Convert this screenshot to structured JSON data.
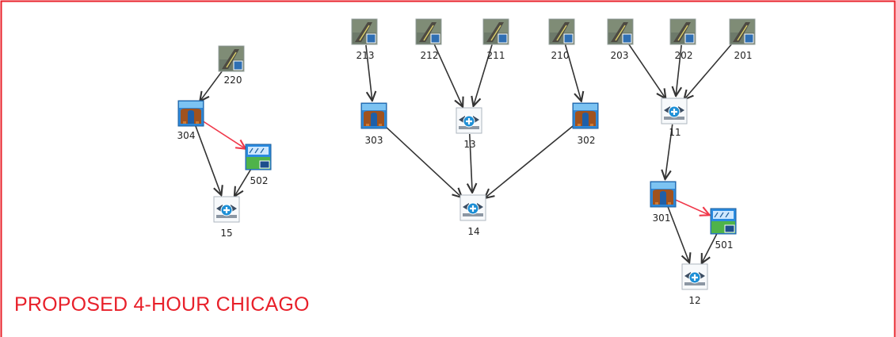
{
  "caption": "PROPOSED 4-HOUR CHICAGO",
  "colors": {
    "border": "#e8202a",
    "edge_default": "#333333",
    "edge_highlight": "#f0384a",
    "label": "#222222"
  },
  "nodes": [
    {
      "id": "220",
      "label": "220",
      "icon": "road-source-icon"
    },
    {
      "id": "304",
      "label": "304",
      "icon": "tunnel-icon"
    },
    {
      "id": "502",
      "label": "502",
      "icon": "gauge-panel-icon"
    },
    {
      "id": "15",
      "label": "15",
      "icon": "merge-plus-icon"
    },
    {
      "id": "213",
      "label": "213",
      "icon": "road-source-icon"
    },
    {
      "id": "212",
      "label": "212",
      "icon": "road-source-icon"
    },
    {
      "id": "211",
      "label": "211",
      "icon": "road-source-icon"
    },
    {
      "id": "210",
      "label": "210",
      "icon": "road-source-icon"
    },
    {
      "id": "303",
      "label": "303",
      "icon": "tunnel-icon"
    },
    {
      "id": "13",
      "label": "13",
      "icon": "merge-plus-icon"
    },
    {
      "id": "302",
      "label": "302",
      "icon": "tunnel-icon"
    },
    {
      "id": "14",
      "label": "14",
      "icon": "merge-plus-icon"
    },
    {
      "id": "203",
      "label": "203",
      "icon": "road-source-icon"
    },
    {
      "id": "202",
      "label": "202",
      "icon": "road-source-icon"
    },
    {
      "id": "201",
      "label": "201",
      "icon": "road-source-icon"
    },
    {
      "id": "11",
      "label": "11",
      "icon": "merge-plus-icon"
    },
    {
      "id": "301",
      "label": "301",
      "icon": "tunnel-icon"
    },
    {
      "id": "501",
      "label": "501",
      "icon": "gauge-panel-icon"
    },
    {
      "id": "12",
      "label": "12",
      "icon": "merge-plus-icon"
    }
  ],
  "edges": [
    {
      "from": "220",
      "to": "304",
      "kind": "default"
    },
    {
      "from": "304",
      "to": "502",
      "kind": "highlight"
    },
    {
      "from": "304",
      "to": "15",
      "kind": "default"
    },
    {
      "from": "502",
      "to": "15",
      "kind": "default"
    },
    {
      "from": "213",
      "to": "303",
      "kind": "default"
    },
    {
      "from": "212",
      "to": "13",
      "kind": "default"
    },
    {
      "from": "211",
      "to": "13",
      "kind": "default"
    },
    {
      "from": "210",
      "to": "302",
      "kind": "default"
    },
    {
      "from": "303",
      "to": "14",
      "kind": "default"
    },
    {
      "from": "13",
      "to": "14",
      "kind": "default"
    },
    {
      "from": "302",
      "to": "14",
      "kind": "default"
    },
    {
      "from": "203",
      "to": "11",
      "kind": "default"
    },
    {
      "from": "202",
      "to": "11",
      "kind": "default"
    },
    {
      "from": "201",
      "to": "11",
      "kind": "default"
    },
    {
      "from": "11",
      "to": "301",
      "kind": "default"
    },
    {
      "from": "301",
      "to": "501",
      "kind": "highlight"
    },
    {
      "from": "301",
      "to": "12",
      "kind": "default"
    },
    {
      "from": "501",
      "to": "12",
      "kind": "default"
    }
  ]
}
